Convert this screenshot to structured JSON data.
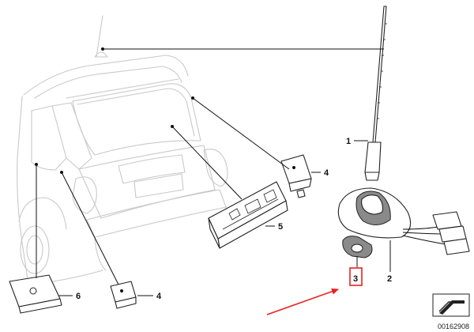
{
  "diagram": {
    "callouts": {
      "antenna_mast": "1",
      "antenna_base": "2",
      "gasket": "3",
      "amplifier_upper": "4",
      "amplifier_lower": "4",
      "tuner_module": "5",
      "control_unit": "6"
    },
    "diagram_id": "00162908",
    "highlight_color": "#e8231f",
    "icons": {
      "nav_arrow": "corner-arrow-icon",
      "highlight_arrow": "red-arrow-icon"
    }
  }
}
